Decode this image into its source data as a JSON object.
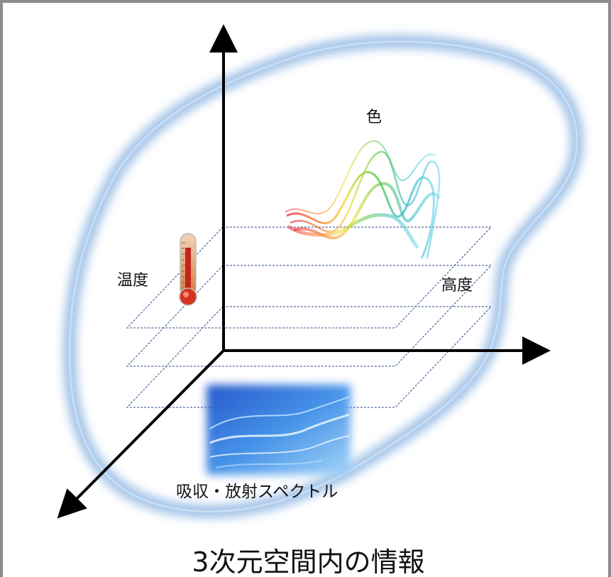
{
  "labels": {
    "color": "色",
    "temperature": "温度",
    "altitude": "高度",
    "spectrum": "吸収・放射スペクトル",
    "title": "3次元空間内の情報"
  },
  "icons": {
    "thermometer": "thermometer-icon",
    "color_wave": "rainbow-wave-icon",
    "spectrum_image": "blue-wave-image"
  },
  "colors": {
    "blob_glow": "#6c9fd6",
    "axes": "#000000",
    "planes": "#2b4a8a",
    "frame": "#8c8c8c"
  }
}
